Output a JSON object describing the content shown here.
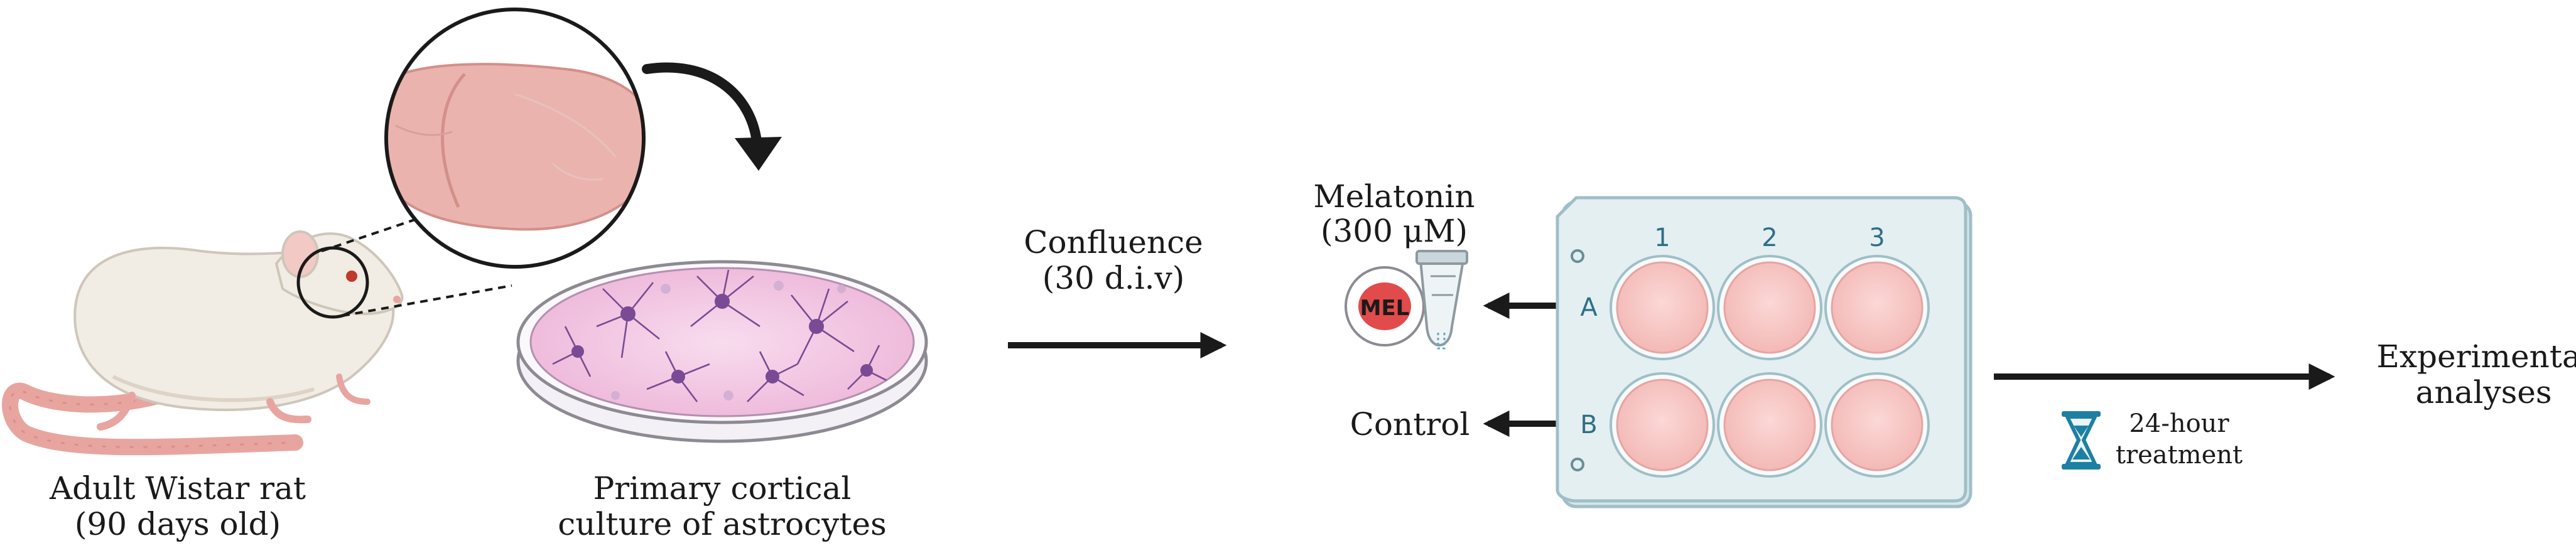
{
  "rat": {
    "line1": "Adult Wistar rat",
    "line2": "(90 days old)"
  },
  "culture": {
    "line1": "Primary cortical",
    "line2": "culture of astrocytes"
  },
  "confluence": {
    "line1": "Confluence",
    "line2": "(30 d.i.v)"
  },
  "melatonin": {
    "line1": "Melatonin",
    "line2": "(300 μM)",
    "badge": "MEL"
  },
  "control": {
    "label": "Control"
  },
  "plate": {
    "columns": [
      "1",
      "2",
      "3"
    ],
    "rows": [
      "A",
      "B"
    ]
  },
  "treatment": {
    "line1": "24-hour",
    "line2": "treatment"
  },
  "analyses": {
    "line1": "Experimental",
    "line2": "analyses"
  },
  "colors": {
    "arrow": "#1a1a1a",
    "well_fill": "#f7c7c5",
    "plate_fill": "#e4eff2",
    "plate_stroke": "#9fbfc7",
    "plate_label": "#2f6f86",
    "brain": "#ebb3ae",
    "rat_body": "#f1ece4",
    "rat_tail": "#e8a59f",
    "dish_medium": "#f3c6e3",
    "astrocyte": "#7a4a94",
    "mel_red": "#e24b4b",
    "hourglass": "#1d7fa3"
  },
  "icons": [
    "rat-icon",
    "brain-icon",
    "petri-dish-icon",
    "syringe-icon",
    "hourglass-icon",
    "well-plate-icon"
  ]
}
